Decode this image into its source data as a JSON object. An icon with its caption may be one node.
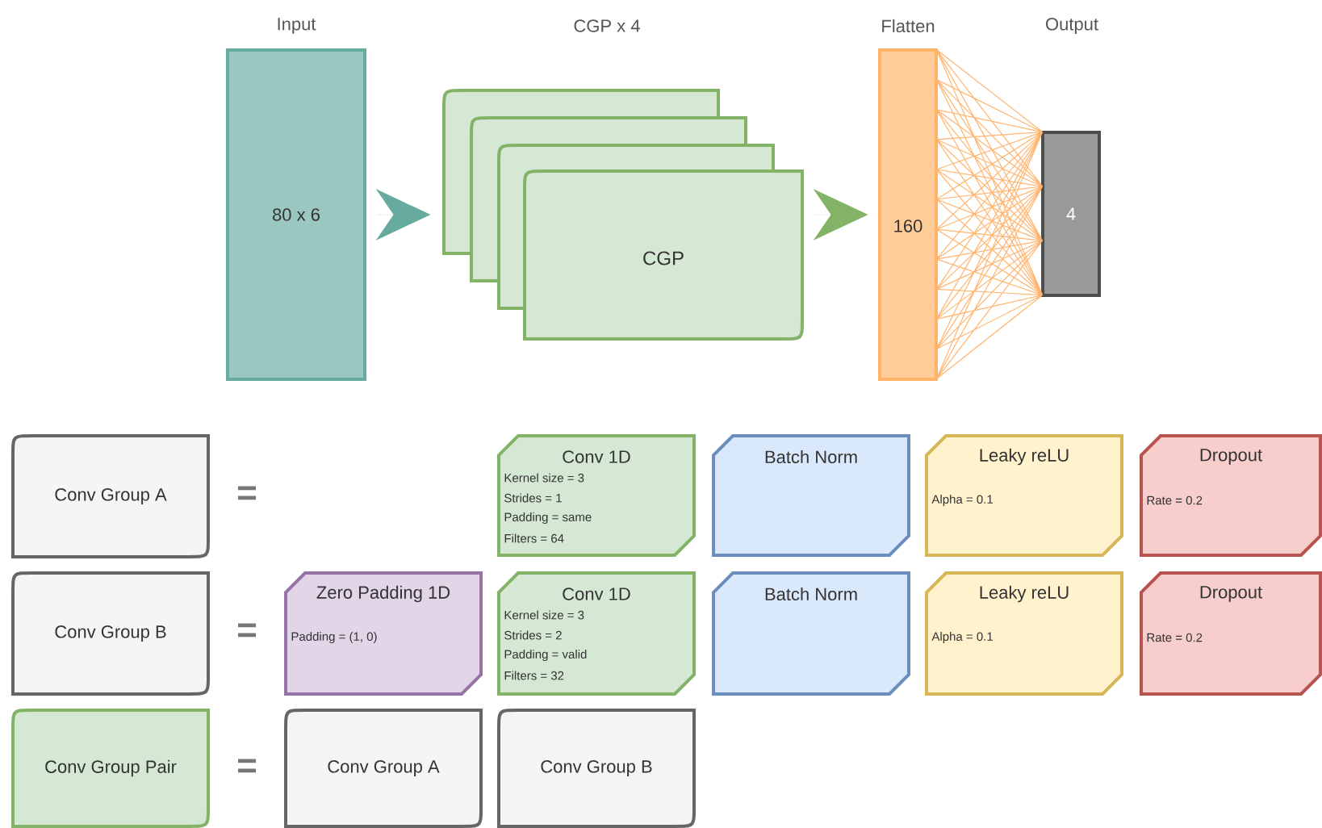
{
  "diagram": {
    "nodes": [
      {
        "text": [
          "Input",
          "80 x 6"
        ]
      },
      {
        "text": [
          "CGP x 4",
          "CGP"
        ]
      },
      {
        "text": [
          "Flatten",
          "160"
        ]
      },
      {
        "text": [
          "4"
        ]
      },
      {
        "text": [
          "Conv Group A"
        ]
      },
      {
        "text": [
          "Conv 1D",
          "Kernel size = 3",
          "Strides = 1",
          "Padding = same",
          "Filters = 64"
        ]
      },
      {
        "text": [
          "Batch Norm"
        ]
      },
      {
        "text": [
          "Leaky reLU",
          "Alpha = 0.1"
        ]
      },
      {
        "text": [
          "Dropout",
          "Rate = 0.2"
        ]
      },
      {
        "text": [
          "Conv Group B"
        ]
      },
      {
        "text": [
          "Zero Padding 1D",
          "Padding = (1, 0)"
        ]
      },
      {
        "text": [
          "Conv 1D",
          "Kernel size = 3",
          "Strides = 2",
          "Padding = valid",
          "Filters = 32"
        ]
      },
      {
        "text": [
          "Batch Norm"
        ]
      },
      {
        "text": [
          "Leaky reLU",
          "Alpha = 0.1"
        ]
      },
      {
        "text": [
          "Dropout",
          "Rate = 0.2"
        ]
      },
      {
        "text": [
          "Conv Group Pair"
        ]
      },
      {
        "text": [
          "Conv Group A"
        ]
      },
      {
        "text": [
          "Conv Group B"
        ]
      }
    ],
    "edges": [
      {
        "from": 0,
        "to": 1,
        "arrow": "to",
        "color": "#67ab9f"
      },
      {
        "from": 1,
        "to": 2,
        "arrow": "to",
        "color": "#82b366"
      },
      {
        "from": 2,
        "to": 3,
        "arrow": "none",
        "color": "#ffb570"
      }
    ],
    "labels": [
      "Output",
      "=",
      "=",
      "="
    ]
  }
}
